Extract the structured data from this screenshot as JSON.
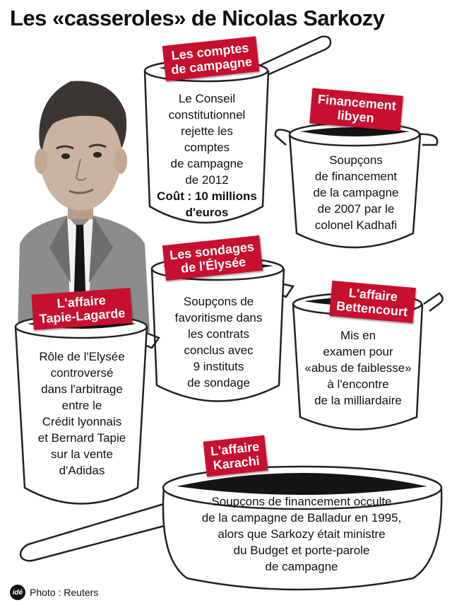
{
  "title": "Les «casseroles» de Nicolas Sarkozy",
  "pots": [
    {
      "label": [
        "Les comptes",
        "de campagne"
      ],
      "text": [
        "Le Conseil",
        "constitutionnel",
        "rejette les",
        "comptes",
        "de campagne",
        "de 2012"
      ],
      "bold": [
        "Coût : 10 millions",
        "d'euros"
      ]
    },
    {
      "label": [
        "Financement",
        "libyen"
      ],
      "text": [
        "Soupçons",
        "de financement",
        "de la campagne",
        "de 2007 par le",
        "colonel Kadhafi"
      ]
    },
    {
      "label": [
        "Les sondages",
        "de l'Élysée"
      ],
      "text": [
        "Soupçons de",
        "favoritisme dans",
        "les contrats",
        "conclus avec",
        "9 instituts",
        "de sondage"
      ]
    },
    {
      "label": [
        "L'affaire",
        "Bettencourt"
      ],
      "text": [
        "Mis en",
        "examen pour",
        "«abus de faiblesse»",
        "à l'encontre",
        "de la milliardaire"
      ]
    },
    {
      "label": [
        "L'affaire",
        "Tapie-Lagarde"
      ],
      "text": [
        "Rôle de l'Elysée",
        "controversé",
        "dans l'arbitrage",
        "entre le",
        "Crédit lyonnais",
        "et Bernard Tapie",
        "sur la vente",
        "d'Adidas"
      ]
    },
    {
      "label": [
        "L'affaire",
        "Karachi"
      ],
      "text": [
        "Soupçons de financement occulte",
        "de la campagne de Balladur en 1995,",
        "alors que Sarkozy était ministre",
        "du Budget et porte-parole",
        "de campagne"
      ]
    }
  ],
  "footer": {
    "logo": "idé",
    "credit": "Photo : Reuters"
  }
}
